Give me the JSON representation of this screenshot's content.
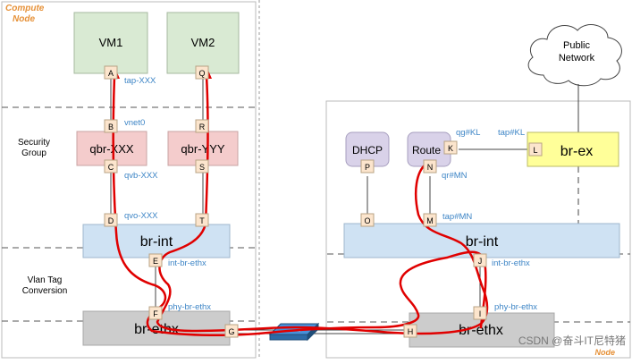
{
  "compute": {
    "title_line1": "Compute",
    "title_line2": "Node",
    "vm1": "VM1",
    "vm2": "VM2",
    "tap": "tap-XXX",
    "vnet": "vnet0",
    "security_group_line1": "Security",
    "security_group_line2": "Group",
    "qbr_xxx": "qbr-XXX",
    "qbr_yyy": "qbr-YYY",
    "qvb": "qvb-XXX",
    "qvo": "qvo-XXX",
    "br_int": "br-int",
    "int_br_ethx": "int-br-ethx",
    "vlan_tag_line1": "Vlan Tag",
    "vlan_tag_line2": "Conversion",
    "phy_br_ethx": "phy-br-ethx",
    "br_ethx": "br-ethx"
  },
  "network": {
    "public_line1": "Public",
    "public_line2": "Network",
    "dhcp": "DHCP",
    "router": "Route",
    "qg": "qg#KL",
    "tap_kl": "tap#KL",
    "br_ex": "br-ex",
    "qr": "qr#MN",
    "tap_mn": "tap#MN",
    "br_int": "br-int",
    "int_br_ethx": "int-br-ethx",
    "phy_br_ethx": "phy-br-ethx",
    "br_ethx": "br-ethx",
    "node_label": "Node"
  },
  "ports": {
    "A": "A",
    "B": "B",
    "C": "C",
    "D": "D",
    "E": "E",
    "F": "F",
    "G": "G",
    "H": "H",
    "I": "I",
    "J": "J",
    "K": "K",
    "L": "L",
    "M": "M",
    "N": "N",
    "O": "O",
    "P": "P",
    "Q": "Q",
    "R": "R",
    "S": "S",
    "T": "T"
  },
  "watermark": "CSDN @奋斗IT尼特猪",
  "colors": {
    "vm_fill": "#d9ead3",
    "qbr_fill": "#f4cccc",
    "bridge_fill": "#cfe2f3",
    "ethx_fill": "#cccccc",
    "port_fill": "#fce5cd",
    "dhcp_fill": "#d9d2e9",
    "brex_fill": "#ffff99",
    "label_blue": "#3d85c6",
    "title_orange": "#e69138",
    "path_red": "#e00000"
  }
}
